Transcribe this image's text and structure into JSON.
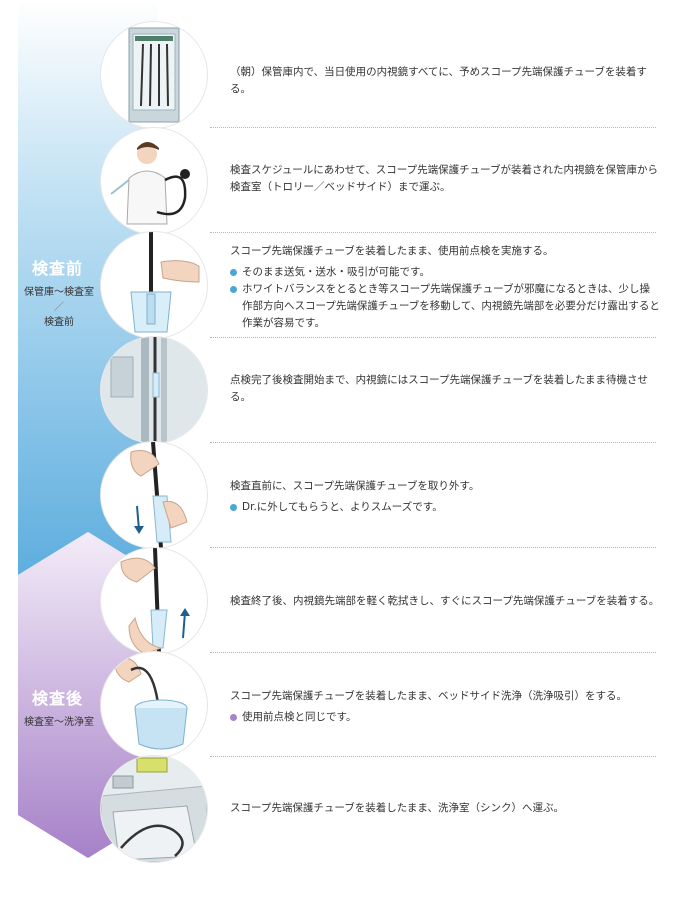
{
  "colors": {
    "before_top": "#e3f2fb",
    "before_bottom": "#6db6e2",
    "after_top": "#eadcf2",
    "after_bottom": "#b08ccc",
    "bullet_blue": "#4aa6d6",
    "bullet_purple": "#a883c6"
  },
  "phases": [
    {
      "title": "検査前",
      "sub1": "保管庫〜検査室",
      "sub_divider": "／",
      "sub2": "検査前"
    },
    {
      "title": "検査後",
      "sub1": "検査室〜洗浄室"
    }
  ],
  "steps": [
    {
      "icon": "storage-cabinet-illustration",
      "text": "（朝）保管庫内で、当日使用の内視鏡すべてに、予めスコープ先端保護チューブを装着する。"
    },
    {
      "icon": "nurse-carrying-endoscope-illustration",
      "text": "検査スケジュールにあわせて、スコープ先端保護チューブが装着された内視鏡を保管庫から検査室（トロリー／ベッドサイド）まで運ぶ。"
    },
    {
      "icon": "pre-use-inspection-illustration",
      "text": "スコープ先端保護チューブを装着したまま、使用前点検を実施する。",
      "bullets": [
        "そのまま送気・送水・吸引が可能です。",
        "ホワイトバランスをとるとき等スコープ先端保護チューブが邪魔になるときは、少し操作部方向へスコープ先端保護チューブを移動して、内視鏡先端部を必要分だけ露出すると作業が容易です。"
      ]
    },
    {
      "icon": "scope-waiting-illustration",
      "text": "点検完了後検査開始まで、内視鏡にはスコープ先端保護チューブを装着したまま待機させる。"
    },
    {
      "icon": "removing-tube-illustration",
      "text": "検査直前に、スコープ先端保護チューブを取り外す。",
      "bullets": [
        "Dr.に外してもらうと、よりスムーズです。"
      ]
    },
    {
      "icon": "attaching-tube-illustration",
      "text": "検査終了後、内視鏡先端部を軽く乾拭きし、すぐにスコープ先端保護チューブを装着する。"
    },
    {
      "icon": "bedside-cleaning-illustration",
      "text": "スコープ先端保護チューブを装着したまま、ベッドサイド洗浄（洗浄吸引）をする。",
      "bullets": [
        "使用前点検と同じです。"
      ]
    },
    {
      "icon": "sink-transport-illustration",
      "text": "スコープ先端保護チューブを装着したまま、洗浄室（シンク）へ運ぶ。"
    }
  ]
}
